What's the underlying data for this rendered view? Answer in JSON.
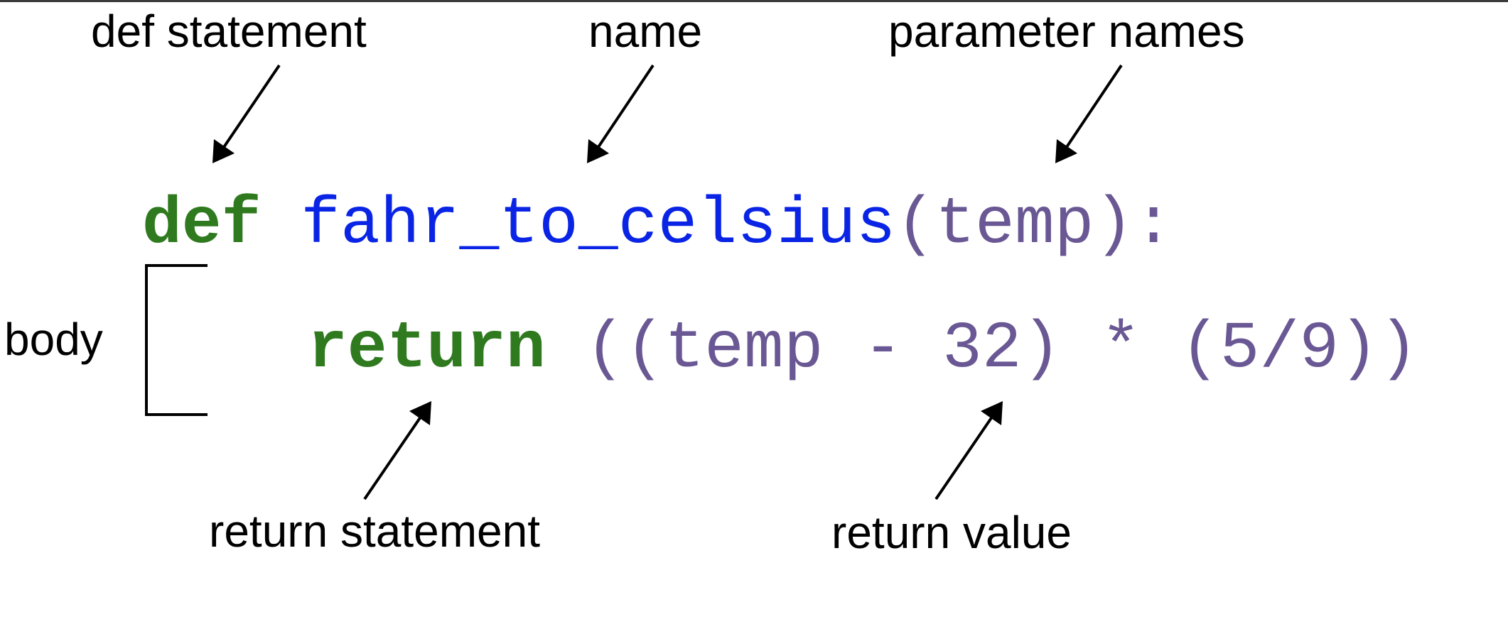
{
  "labels": {
    "def_statement": "def statement",
    "name": "name",
    "parameter_names": "parameter names",
    "body": "body",
    "return_statement": "return statement",
    "return_value": "return value"
  },
  "code": {
    "line1": {
      "keyword": "def",
      "function_name": "fahr_to_celsius",
      "open_paren": "(",
      "parameter": "temp",
      "close": "):"
    },
    "line2": {
      "keyword": "return",
      "expression": "((temp - 32) * (5/9))"
    }
  },
  "colors": {
    "keyword": "#2f7a1f",
    "function_name": "#0a24e6",
    "parameters_and_values": "#6a5894",
    "labels": "#000000"
  },
  "icons": [
    "arrow-icon"
  ]
}
